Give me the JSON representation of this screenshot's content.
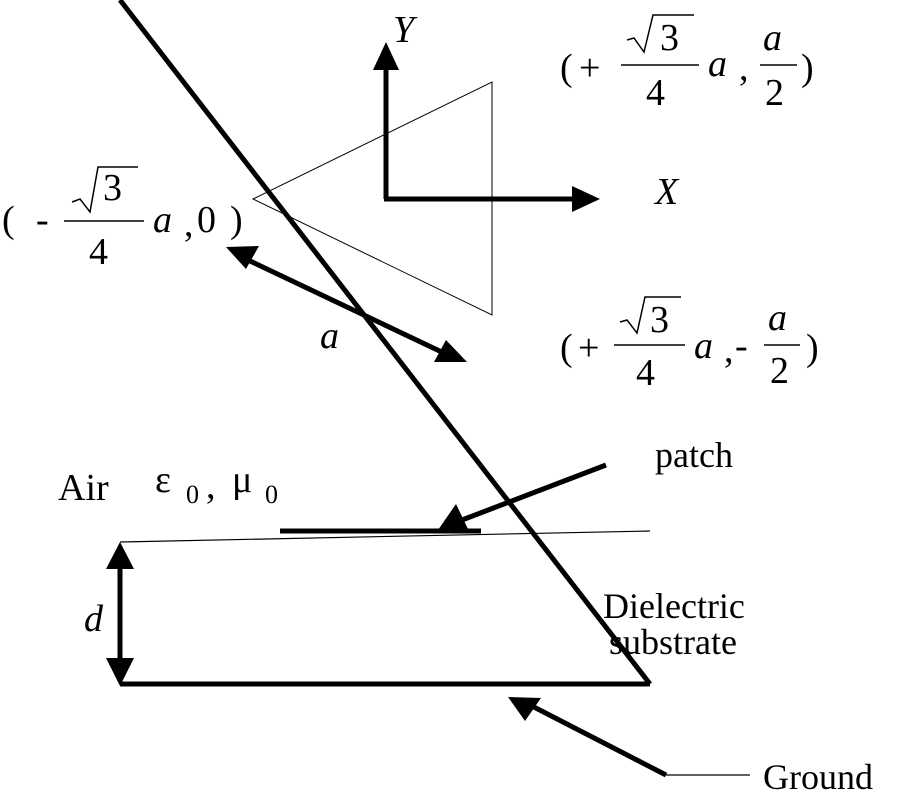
{
  "colors": {
    "ink": "#000000",
    "background": "#ffffff"
  },
  "axes": {
    "y_label": "Y",
    "x_label": "X"
  },
  "vertices": {
    "left": {
      "open": "(",
      "sign": "-",
      "sqrt_arg": "3",
      "denominator": "4",
      "var": "a",
      "sep": ",",
      "second": "0",
      "close": ")"
    },
    "top_right": {
      "open": "(",
      "sign": "+",
      "sqrt_arg": "3",
      "denominator": "4",
      "var": "a",
      "sep": ",",
      "second_num": "a",
      "second_den": "2",
      "close": ")"
    },
    "bottom_right": {
      "open": "(",
      "sign": "+",
      "sqrt_arg": "3",
      "denominator": "4",
      "var": "a",
      "sep": ",",
      "second_sign": "-",
      "second_num": "a",
      "second_den": "2",
      "close": ")"
    }
  },
  "side_label": "a",
  "cross_section": {
    "air_label": "Air",
    "epsilon": "ε",
    "epsilon_sub": "0",
    "comma": ",",
    "mu": "μ",
    "mu_sub": "0",
    "patch_label": "patch",
    "thickness_label": "d",
    "dielectric_line1": "Dielectric",
    "dielectric_line2": "substrate",
    "ground_label": "Ground"
  }
}
